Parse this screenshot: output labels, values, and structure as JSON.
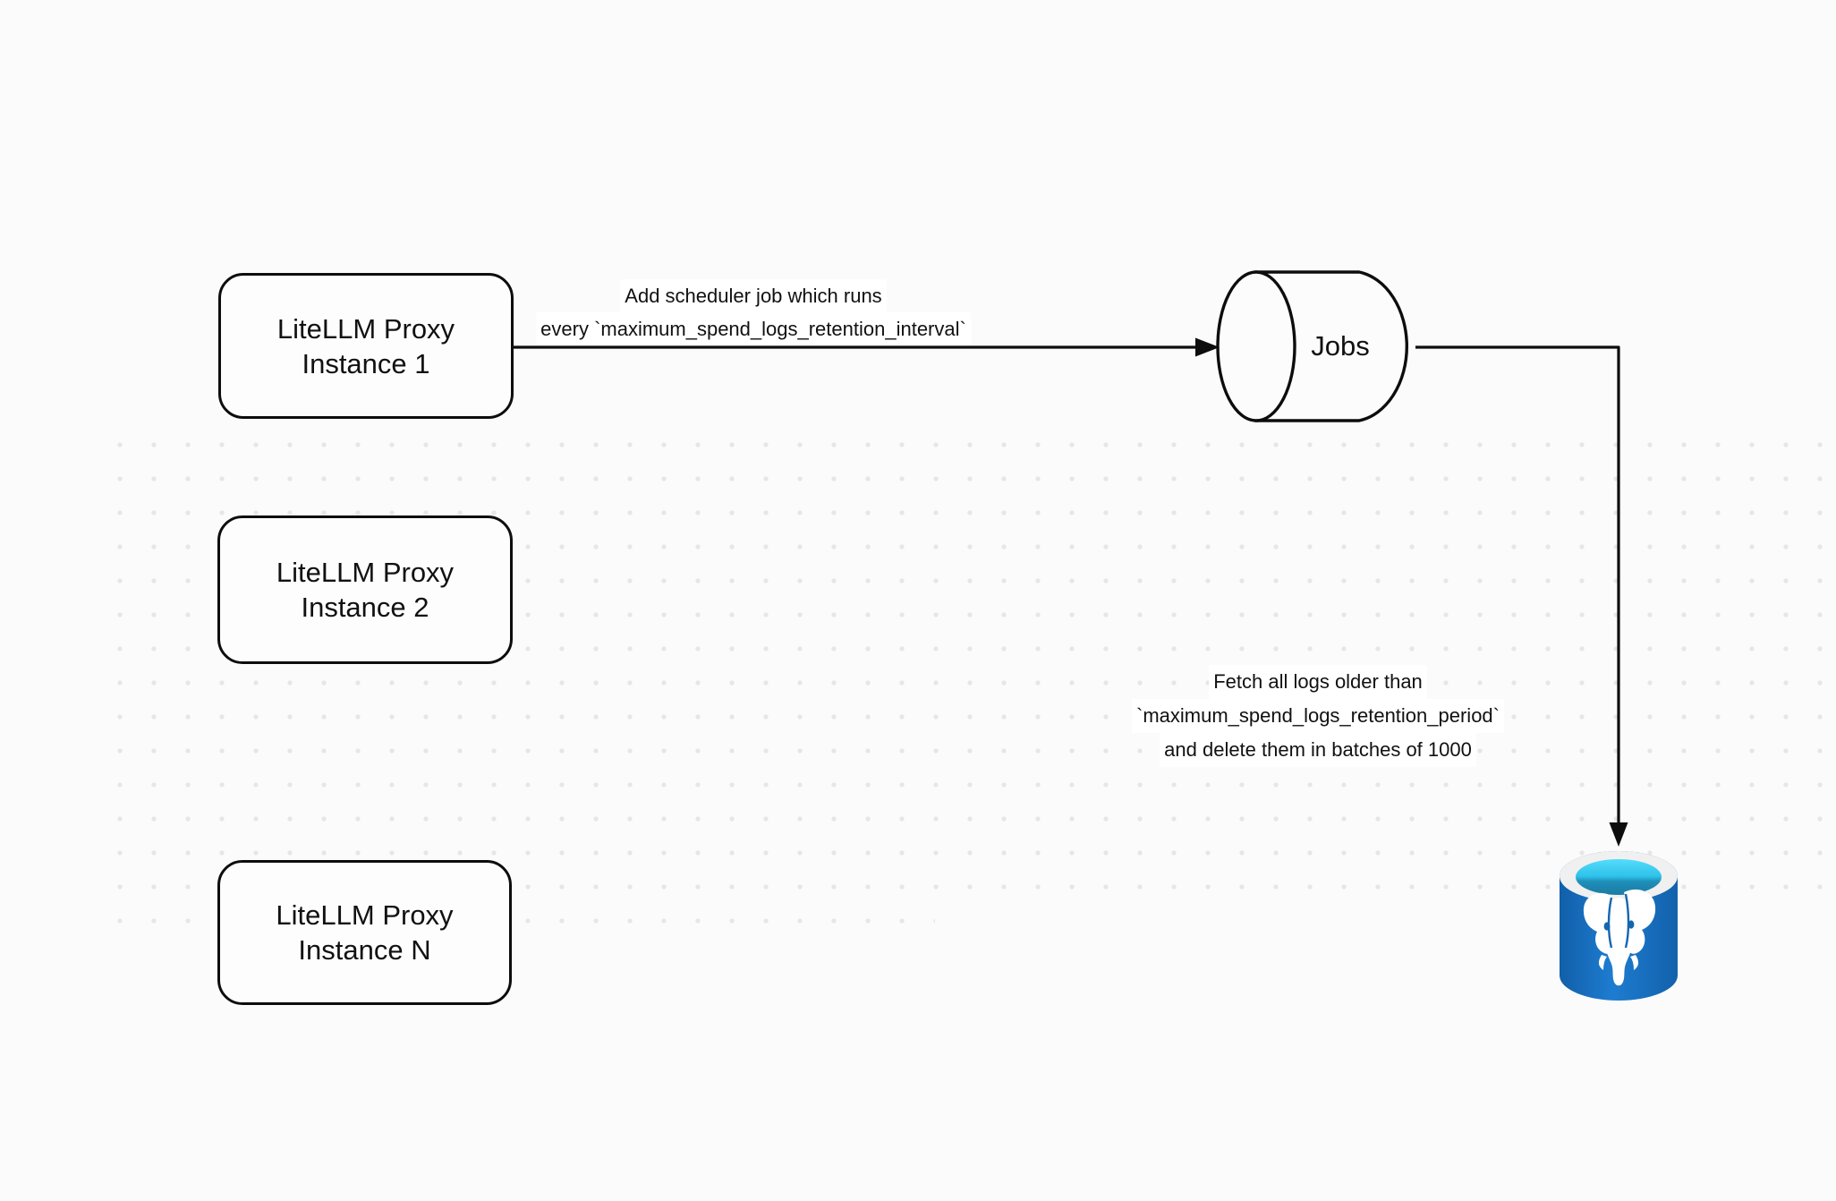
{
  "diagram": {
    "nodes": {
      "instance1": {
        "lines": [
          "LiteLLM Proxy",
          "Instance 1"
        ]
      },
      "instance2": {
        "lines": [
          "LiteLLM Proxy",
          "Instance 2"
        ]
      },
      "instanceN": {
        "lines": [
          "LiteLLM Proxy",
          "Instance N"
        ]
      },
      "jobs": {
        "label": "Jobs"
      },
      "postgres": {
        "icon": "postgresql-database-icon"
      }
    },
    "edges": {
      "add_scheduler": {
        "lines": [
          "Add scheduler job which runs",
          "every `maximum_spend_logs_retention_interval`"
        ]
      },
      "fetch_delete": {
        "lines": [
          "Fetch all logs older than",
          "`maximum_spend_logs_retention_period`",
          "and delete them in batches of 1000"
        ]
      }
    },
    "colors": {
      "background": "#fbfbfb",
      "grid_dot": "#e6e6e6",
      "stroke": "#0d0d0d",
      "node_fill": "#fdfdfd",
      "postgres_blue": "#1e7cd0",
      "postgres_blue_dark": "#115fa9",
      "postgres_rim": "#f0f0f0",
      "postgres_cyan": "#55dcfb",
      "postgres_teal": "#1c7ba3"
    }
  }
}
